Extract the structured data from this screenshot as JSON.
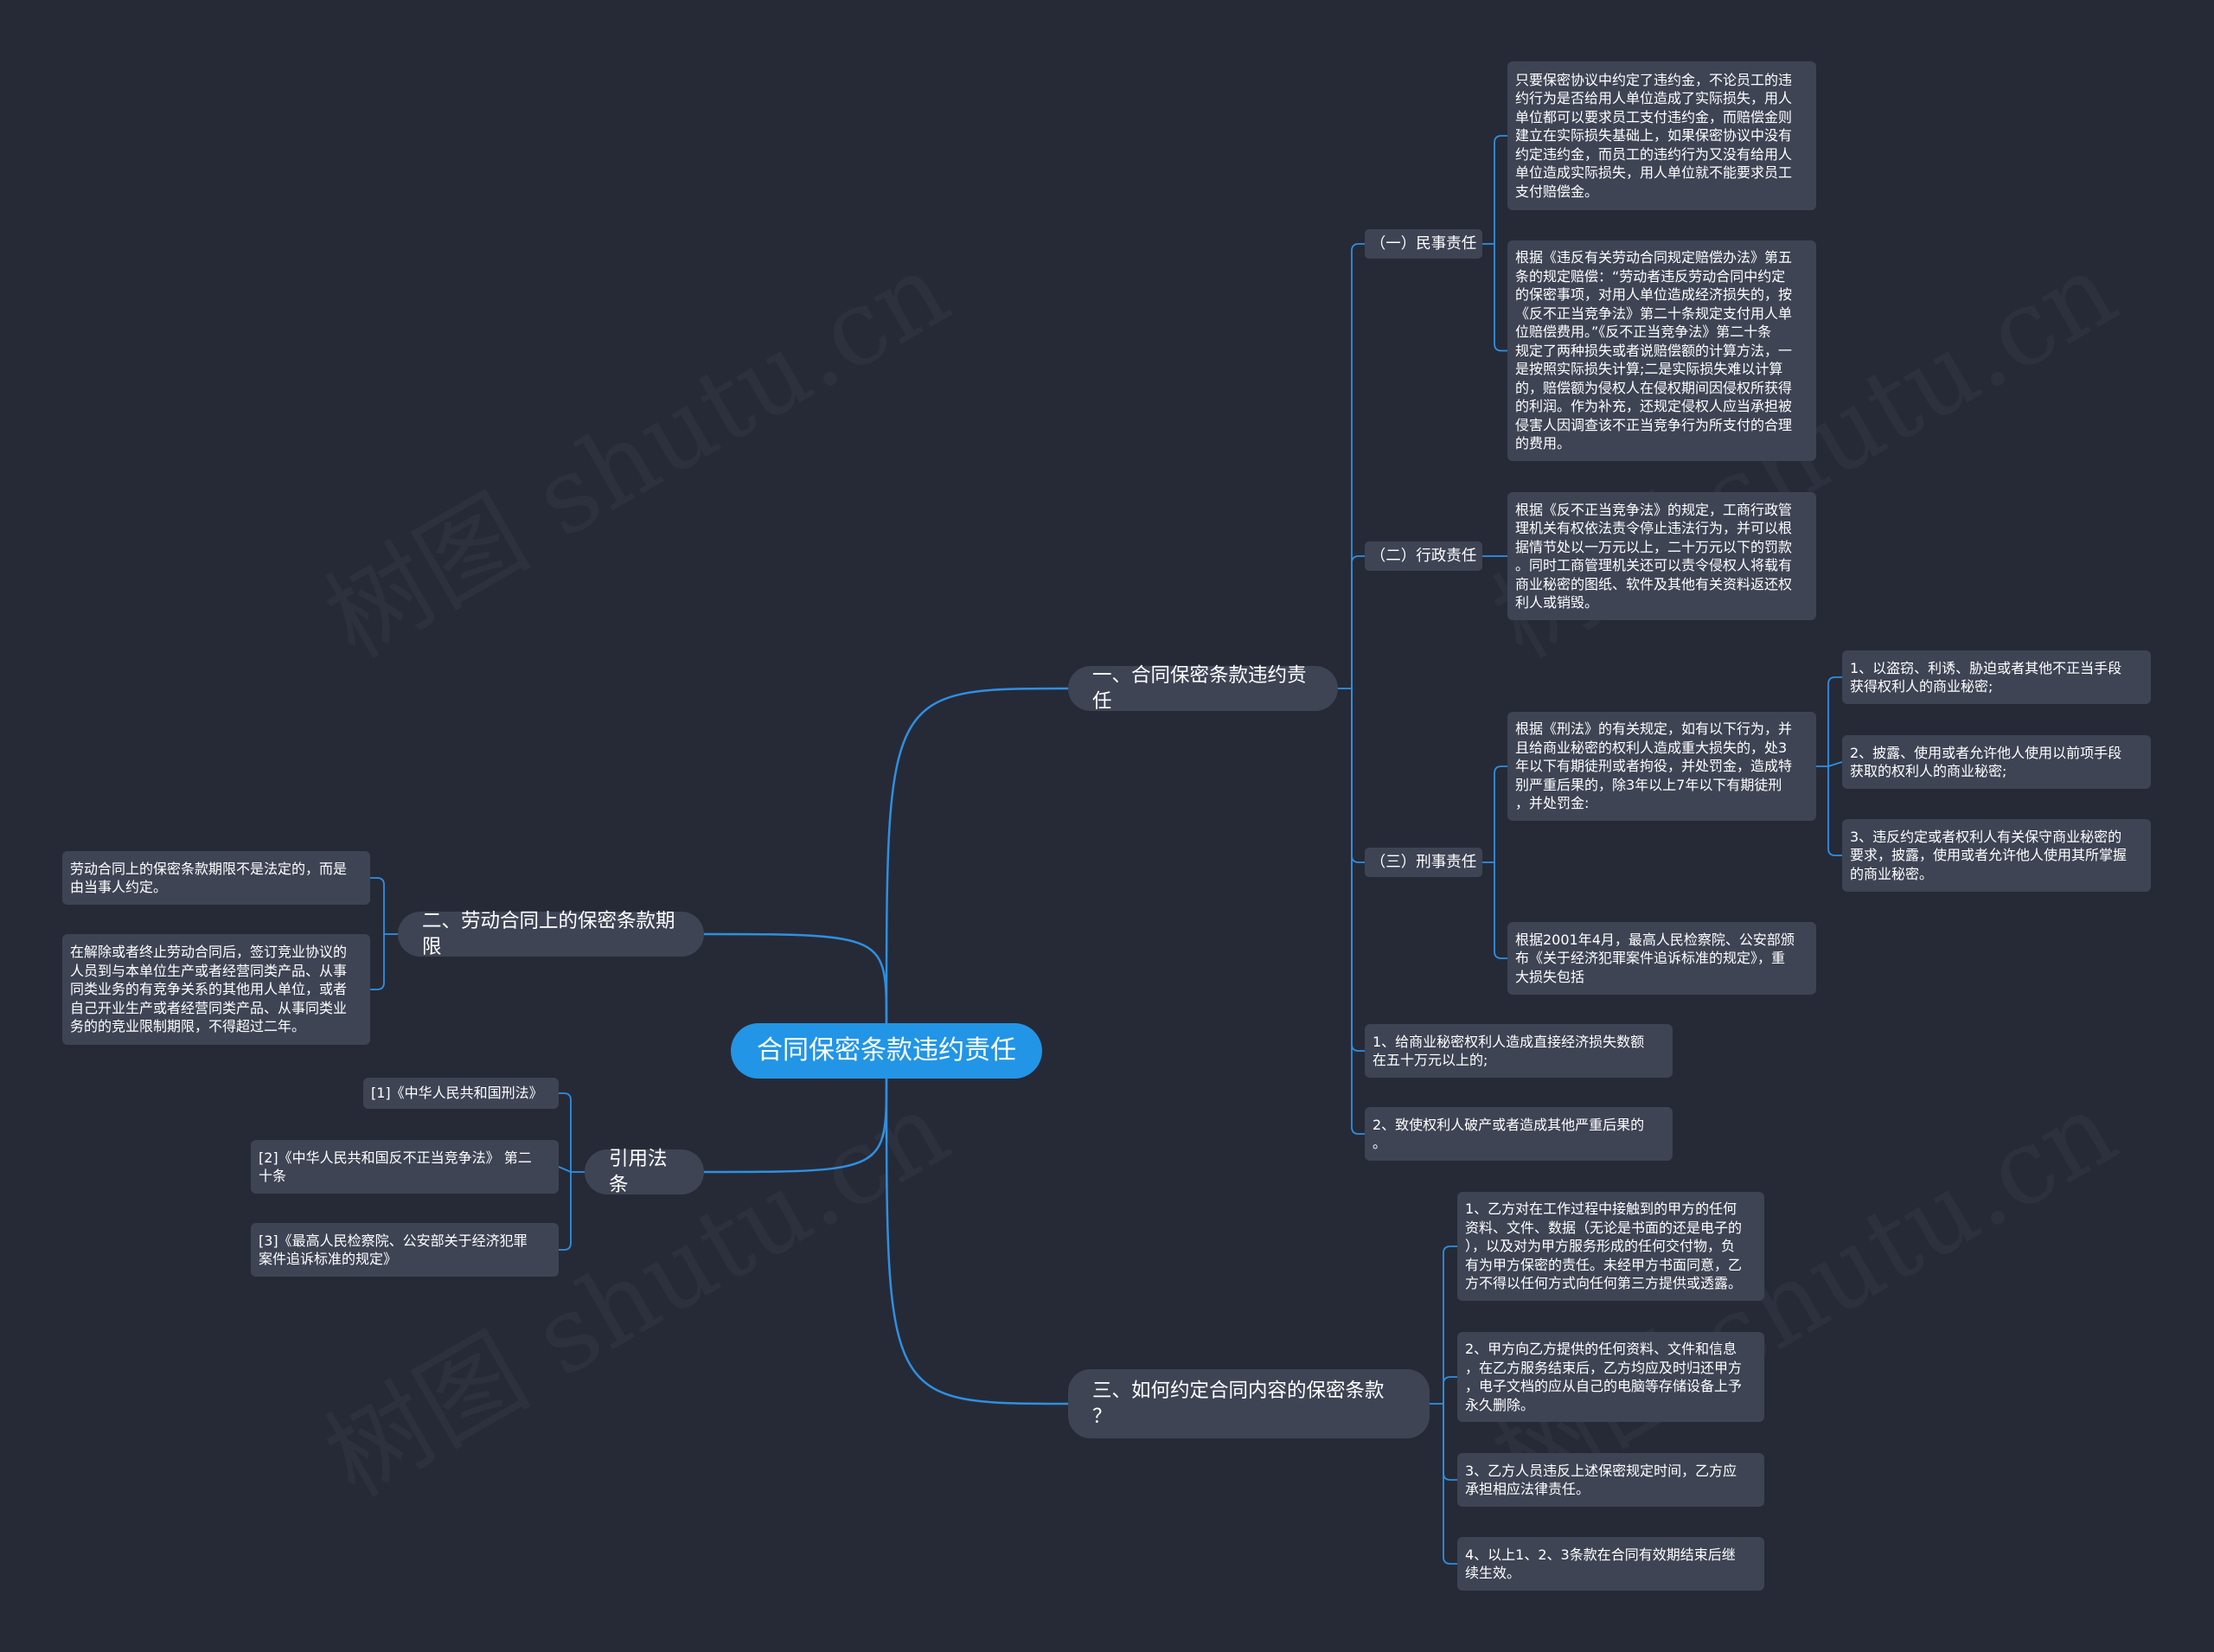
{
  "mindmap": {
    "root": "合同保密条款违约责任",
    "branch1": {
      "title": "一、合同保密条款违约责任",
      "civil": {
        "label": "（一）民事责任",
        "text1": "只要保密协议中约定了违约金，不论员工的违\n约行为是否给用人单位造成了实际损失，用人\n单位都可以要求员工支付违约金，而赔偿金则\n建立在实际损失基础上，如果保密协议中没有\n约定违约金，而员工的违约行为又没有给用人\n单位造成实际损失，用人单位就不能要求员工\n支付赔偿金。",
        "text2": "根据《违反有关劳动合同规定赔偿办法》第五\n条的规定赔偿：“劳动者违反劳动合同中约定\n的保密事项，对用人单位造成经济损失的，按\n《反不正当竞争法》第二十条规定支付用人单\n位赔偿费用。”《反不正当竞争法》第二十条\n规定了两种损失或者说赔偿额的计算方法，一\n是按照实际损失计算;二是实际损失难以计算\n的，赔偿额为侵权人在侵权期间因侵权所获得\n的利润。作为补充，还规定侵权人应当承担被\n侵害人因调查该不正当竞争行为所支付的合理\n的费用。"
      },
      "admin": {
        "label": "（二）行政责任",
        "text": "根据《反不正当竞争法》的规定，工商行政管\n理机关有权依法责令停止违法行为，并可以根\n据情节处以一万元以上，二十万元以下的罚款\n。同时工商管理机关还可以责令侵权人将载有\n商业秘密的图纸、软件及其他有关资料返还权\n利人或销毁。"
      },
      "criminal": {
        "label": "（三）刑事责任",
        "text1": "根据《刑法》的有关规定，如有以下行为，并\n且给商业秘密的权利人造成重大损失的，处3\n年以下有期徒刑或者拘役，并处罚金，造成特\n别严重后果的，除3年以上7年以下有期徒刑\n，并处罚金:",
        "items": [
          "1、以盗窃、利诱、胁迫或者其他不正当手段\n获得权利人的商业秘密;",
          "2、披露、使用或者允许他人使用以前项手段\n获取的权利人的商业秘密;",
          "3、违反约定或者权利人有关保守商业秘密的\n要求，披露，使用或者允许他人使用其所掌握\n的商业秘密。"
        ],
        "text2": "根据2001年4月，最高人民检察院、公安部颁\n布《关于经济犯罪案件追诉标准的规定》，重\n大损失包括"
      },
      "extra": [
        "1、给商业秘密权利人造成直接经济损失数额\n在五十万元以上的;",
        "2、致使权利人破产或者造成其他严重后果的\n。"
      ]
    },
    "branch2": {
      "title": "二、劳动合同上的保密条款期限",
      "items": [
        "劳动合同上的保密条款期限不是法定的，而是\n由当事人约定。",
        "在解除或者终止劳动合同后，签订竞业协议的\n人员到与本单位生产或者经营同类产品、从事\n同类业务的有竞争关系的其他用人单位，或者\n自己开业生产或者经营同类产品、从事同类业\n务的的竞业限制期限，不得超过二年。"
      ]
    },
    "branch3": {
      "title": "引用法条",
      "items": [
        "[1]《中华人民共和国刑法》",
        "[2]《中华人民共和国反不正当竞争法》 第二\n十条",
        "[3]《最高人民检察院、公安部关于经济犯罪\n案件追诉标准的规定》"
      ]
    },
    "branch4": {
      "title": "三、如何约定合同内容的保密条款\n？",
      "items": [
        "1、乙方对在工作过程中接触到的甲方的任何\n资料、文件、数据（无论是书面的还是电子的\n），以及对为甲方服务形成的任何交付物，负\n有为甲方保密的责任。未经甲方书面同意，乙\n方不得以任何方式向任何第三方提供或透露。",
        "2、甲方向乙方提供的任何资料、文件和信息\n，在乙方服务结束后，乙方均应及时归还甲方\n，电子文档的应从自己的电脑等存储设备上予\n永久删除。",
        "3、乙方人员违反上述保密规定时间，乙方应\n承担相应法律责任。",
        "4、以上1、2、3条款在合同有效期结束后继\n续生效。"
      ]
    }
  },
  "colors": {
    "background": "#262a37",
    "node": "#3e4454",
    "root": "#2295e6",
    "link": "#2f8fe0"
  }
}
